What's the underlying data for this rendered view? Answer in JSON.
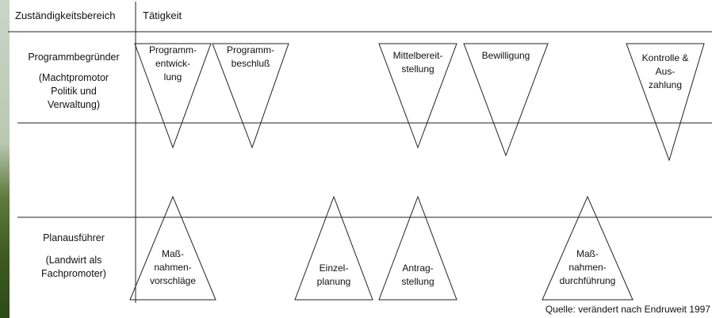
{
  "header": {
    "left": "Zuständigkeitsbereich",
    "right": "Tätigkeit"
  },
  "rows": [
    {
      "lines": [
        "Programmbegründer",
        "(Machtpromotor",
        "Politik und",
        "Verwaltung)"
      ]
    },
    {
      "lines": [
        "Planausführer",
        "(Landwirt als",
        "Fachpromoter)"
      ]
    }
  ],
  "top_activities": [
    {
      "lines": [
        "Programm-",
        "entwick-",
        "lung"
      ]
    },
    {
      "lines": [
        "Programm-",
        "beschluß"
      ]
    },
    {
      "lines": [
        "Mittelbereit-",
        "stellung"
      ]
    },
    {
      "lines": [
        "Bewilligung"
      ]
    },
    {
      "lines": [
        "Kontrolle &",
        "Aus-",
        "zahlung"
      ]
    }
  ],
  "bottom_activities": [
    {
      "lines": [
        "Maß-",
        "nahmen-",
        "vorschläge"
      ]
    },
    {
      "lines": [
        "Einzel-",
        "planung"
      ]
    },
    {
      "lines": [
        "Antrag-",
        "stellung"
      ]
    },
    {
      "lines": [
        "Maß-",
        "nahmen-",
        "durchführung"
      ]
    }
  ],
  "source": "Quelle: verändert nach Endruweit 1997",
  "colors": {
    "line": "#222222",
    "text": "#111111"
  }
}
